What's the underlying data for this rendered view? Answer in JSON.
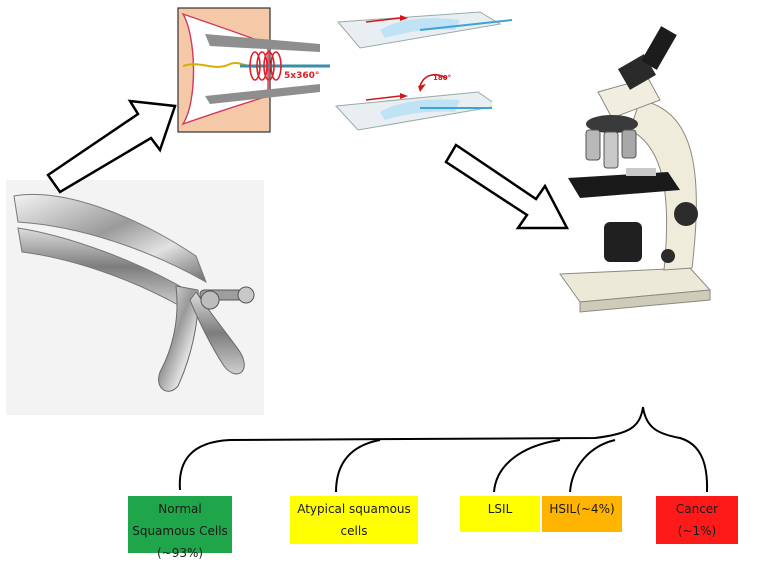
{
  "procedure_figure": {
    "rotation_label_1": "5x360°",
    "rotation_label_2": "180°"
  },
  "outcomes": [
    {
      "label": "Normal Squamous Cells (~93%)",
      "color": "#1fa54a"
    },
    {
      "label": "Atypical squamous cells",
      "color": "#ffff00"
    },
    {
      "label": "LSIL",
      "color": "#ffff00"
    },
    {
      "label": "HSIL(~4%)",
      "color": "#ffb400"
    },
    {
      "label": "Cancer (~1%)",
      "color": "#ff1a1a"
    }
  ]
}
